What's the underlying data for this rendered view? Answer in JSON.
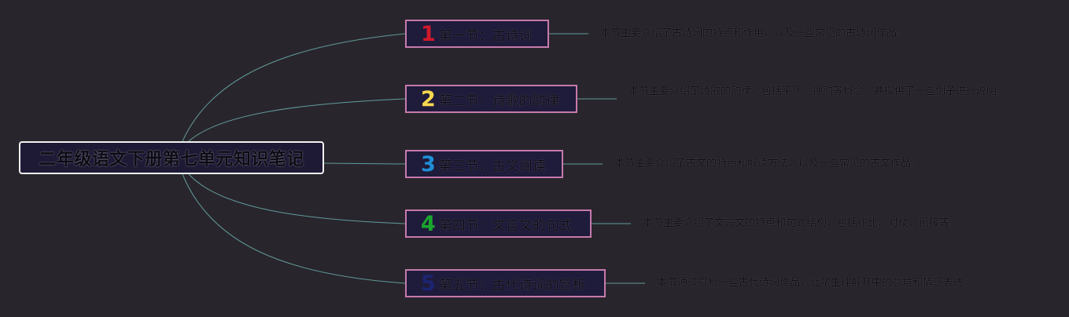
{
  "mindmap": {
    "root": {
      "title": "二年级语文下册第七单元知识笔记"
    },
    "branches": [
      {
        "number": "1",
        "number_color": "#d0192b",
        "title": "第一节：古诗词",
        "description": "本节主要介绍了古诗词的特点和作用，以及一些常见的古诗词作品。"
      },
      {
        "number": "2",
        "number_color": "#f6d84e",
        "title": "第二节：诗歌的韵律",
        "description": "本节主要介绍了诗歌的韵律，包括平仄、押韵等概念，并提供了一些例子进行说明。"
      },
      {
        "number": "3",
        "number_color": "#1f8fd6",
        "title": "第三节：古文阅读",
        "description": "本节主要介绍了古文的特点和解读方法，以及一些常见的古文作品。"
      },
      {
        "number": "4",
        "number_color": "#1aa52e",
        "title": "第四节：文言文的句式",
        "description": "本节主要介绍了文言文的特点和句式结构，包括排比、对仗、衔接等。"
      },
      {
        "number": "5",
        "number_color": "#1c2472",
        "title": "第五节：古代诗词的赏析",
        "description": "本节通过赏析一些古代诗词作品，让学生理解其中的意境和情感表达。"
      }
    ],
    "colors": {
      "background": "#29252d",
      "connector": "#5f9b98",
      "node_border": "#c77aac",
      "node_fill": "#1f1b3b",
      "root_border": "#f2f2f2"
    }
  }
}
